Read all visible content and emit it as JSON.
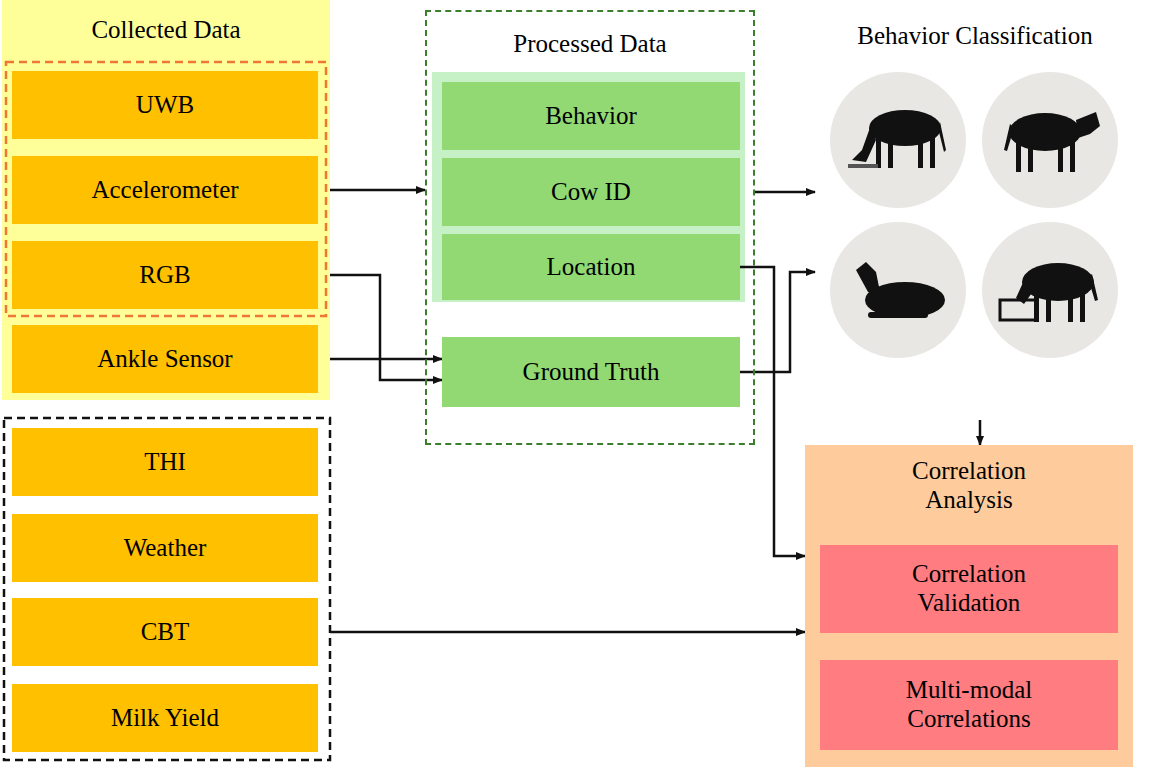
{
  "diagram": {
    "nodes": [
      {
        "text": [
          "Collected Data"
        ]
      },
      {
        "text": [
          "UWB"
        ],
        "in": 0
      },
      {
        "text": [
          "Accelerometer"
        ],
        "in": 0
      },
      {
        "text": [
          "RGB"
        ],
        "in": 0
      },
      {
        "text": [
          "Ankle Sensor"
        ],
        "in": 0
      },
      {
        "text": [
          "THI"
        ]
      },
      {
        "text": [
          "Weather"
        ]
      },
      {
        "text": [
          "CBT"
        ]
      },
      {
        "text": [
          "Milk Yield"
        ]
      },
      {
        "text": [
          "Processed Data"
        ]
      },
      {
        "text": [
          "Behavior"
        ],
        "in": 9
      },
      {
        "text": [
          "Cow ID"
        ],
        "in": 9
      },
      {
        "text": [
          "Location"
        ],
        "in": 9
      },
      {
        "text": [
          "Ground Truth"
        ],
        "in": 9
      },
      {
        "text": [
          "Behavior Classification"
        ]
      },
      {
        "text": [
          "Correlation Analysis"
        ]
      },
      {
        "text": [
          "Correlation Validation"
        ],
        "in": 15
      },
      {
        "text": [
          "Multi-modal Correlations"
        ],
        "in": 15
      }
    ],
    "edges": [
      {
        "from": 2,
        "to": 9,
        "arrow": "to"
      },
      {
        "from": 3,
        "to": 13,
        "arrow": "to"
      },
      {
        "from": 4,
        "to": 13,
        "arrow": "to"
      },
      {
        "from": 9,
        "to": 14,
        "arrow": "to"
      },
      {
        "from": 13,
        "to": 14,
        "arrow": "to"
      },
      {
        "from": 12,
        "to": 15,
        "arrow": "to"
      },
      {
        "from": 14,
        "to": 15,
        "arrow": "to"
      },
      {
        "from": 7,
        "to": 15,
        "arrow": "to"
      }
    ]
  }
}
